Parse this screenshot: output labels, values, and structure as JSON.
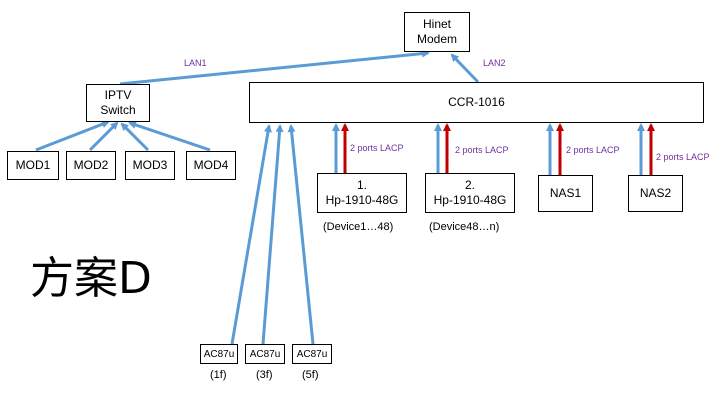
{
  "nodes": {
    "modem": "Hinet\nModem",
    "switch": "IPTV\nSwitch",
    "router": "CCR-1016",
    "mods": [
      "MOD1",
      "MOD2",
      "MOD3",
      "MOD4"
    ],
    "hp1": "1.\nHp-1910-48G",
    "hp2": "2.\nHp-1910-48G",
    "nas1": "NAS1",
    "nas2": "NAS2",
    "ap1": "AC87u",
    "ap2": "AC87u",
    "ap3": "AC87u"
  },
  "labels": {
    "lan1": "LAN1",
    "lan2": "LAN2",
    "lacp1": "2 ports LACP",
    "lacp2": "2 ports LACP",
    "lacp3": "2 ports LACP",
    "lacp4": "2 ports LACP",
    "hp1_sub": "(Device1…48)",
    "hp2_sub": "(Device48…n)",
    "ap1_sub": "(1f)",
    "ap2_sub": "(3f)",
    "ap3_sub": "(5f)",
    "title": "方案D"
  },
  "colors": {
    "link": "#5b9bd5",
    "lacp": "#c00000",
    "label": "#7030a0"
  }
}
